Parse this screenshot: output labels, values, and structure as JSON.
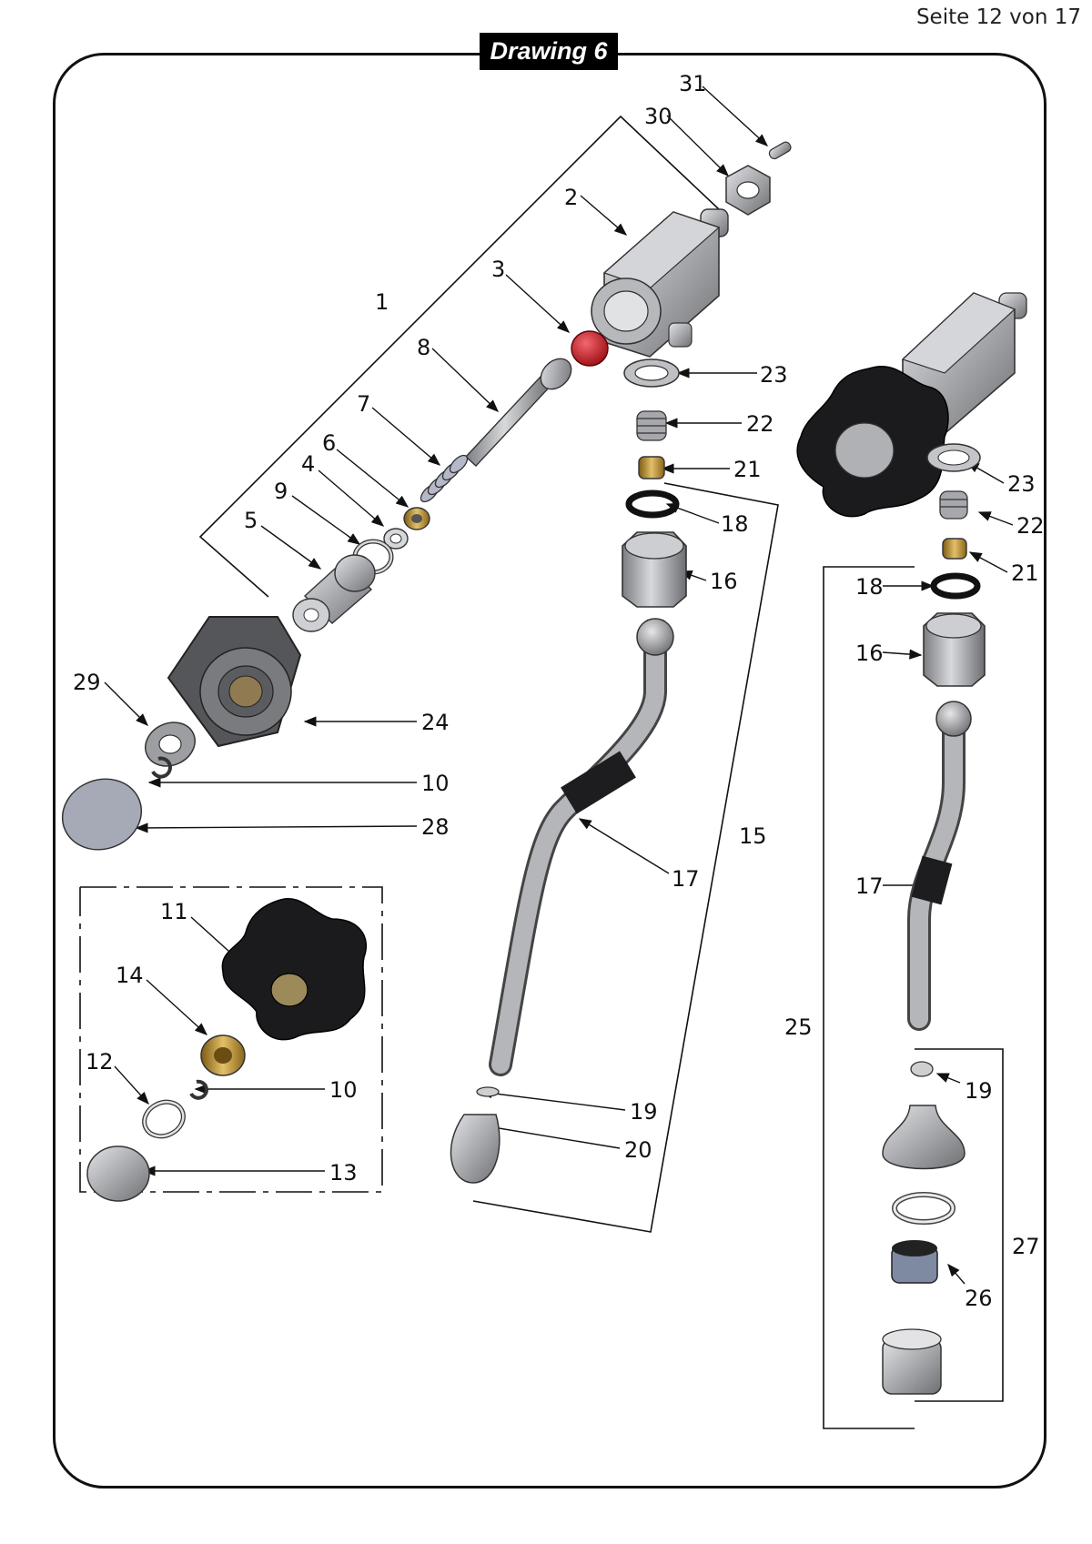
{
  "page_number": "Seite 12 von 17",
  "title": "Drawing 6",
  "colors": {
    "accent": "#000000",
    "steel": "#a5a6aa",
    "knob": "#1b1b1d",
    "brass": "#b48a2e",
    "seal": "#c3141c"
  },
  "labels": {
    "l1": "1",
    "l2": "2",
    "l3": "3",
    "l4": "4",
    "l5": "5",
    "l6": "6",
    "l7": "7",
    "l8": "8",
    "l9": "9",
    "l10a": "10",
    "l10b": "10",
    "l11": "11",
    "l12": "12",
    "l13": "13",
    "l14": "14",
    "l15": "15",
    "l16a": "16",
    "l16b": "16",
    "l17a": "17",
    "l17b": "17",
    "l18a": "18",
    "l18b": "18",
    "l19a": "19",
    "l19b": "19",
    "l20": "20",
    "l21a": "21",
    "l21b": "21",
    "l22a": "22",
    "l22b": "22",
    "l23a": "23",
    "l23b": "23",
    "l24": "24",
    "l25": "25",
    "l26": "26",
    "l27": "27",
    "l28": "28",
    "l29": "29",
    "l30": "30",
    "l31": "31"
  }
}
